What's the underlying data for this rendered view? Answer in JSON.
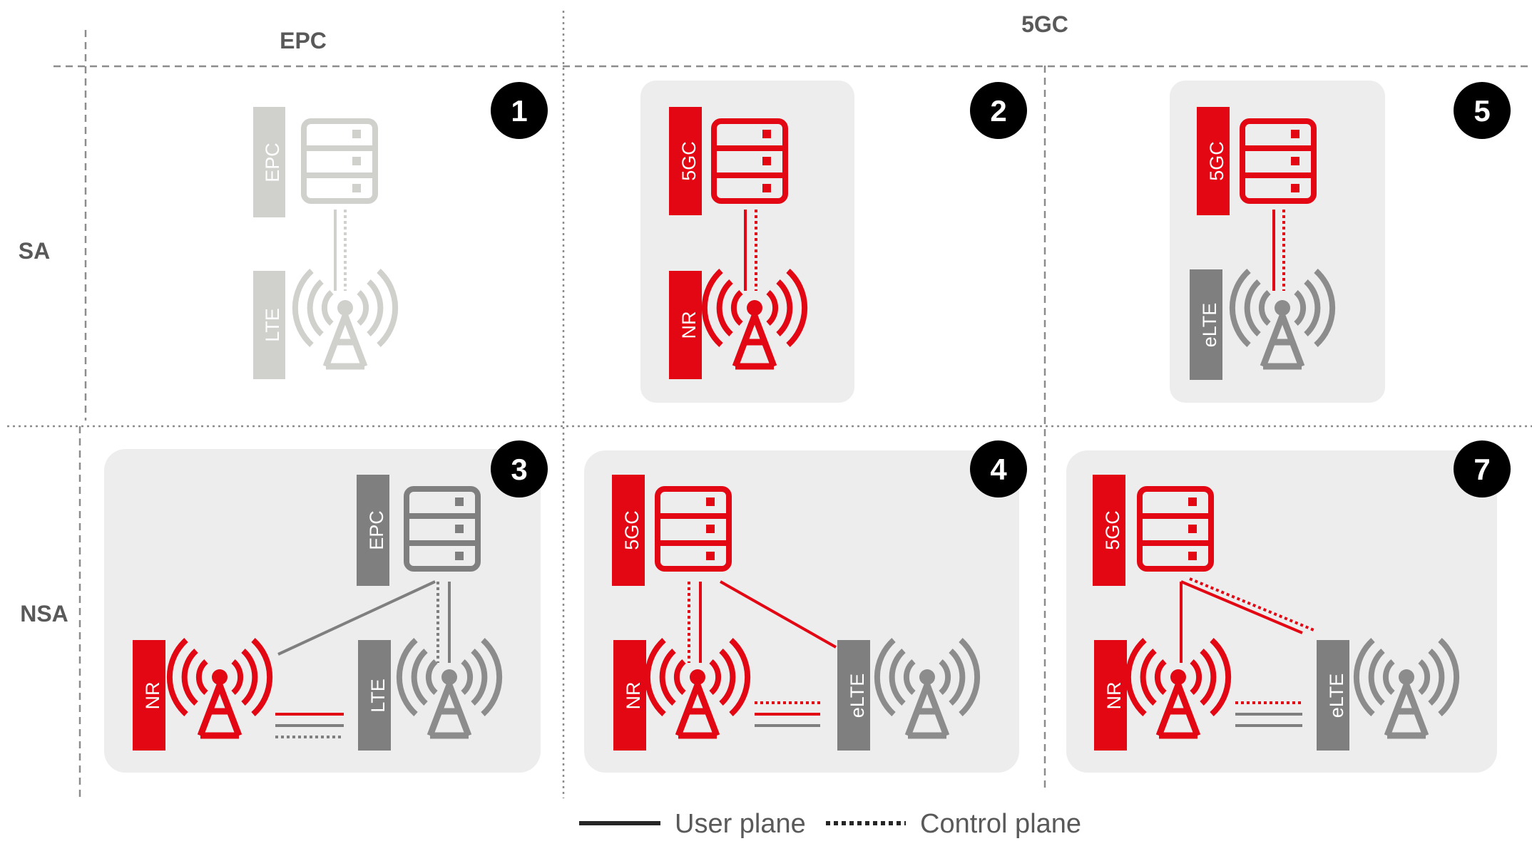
{
  "columns": {
    "epc": "EPC",
    "fivegc": "5GC"
  },
  "rows": {
    "sa": "SA",
    "nsa": "NSA"
  },
  "options": {
    "opt1": {
      "number": "1",
      "core": "EPC",
      "ran": "LTE"
    },
    "opt2": {
      "number": "2",
      "core": "5GC",
      "ran": "NR"
    },
    "opt5": {
      "number": "5",
      "core": "5GC",
      "ran": "eLTE"
    },
    "opt3": {
      "number": "3",
      "core": "EPC",
      "ran_nr": "NR",
      "ran_lte": "LTE"
    },
    "opt4": {
      "number": "4",
      "core": "5GC",
      "ran_nr": "NR",
      "ran_lte": "eLTE"
    },
    "opt7": {
      "number": "7",
      "core": "5GC",
      "ran_nr": "NR",
      "ran_lte": "eLTE"
    }
  },
  "legend": {
    "user_plane": "User plane",
    "control_plane": "Control plane"
  },
  "colors": {
    "red": "#e30613",
    "grey": "#7f7f7f",
    "faded": "#d0d0cc",
    "panel": "#ededed",
    "badge": "#000000"
  }
}
